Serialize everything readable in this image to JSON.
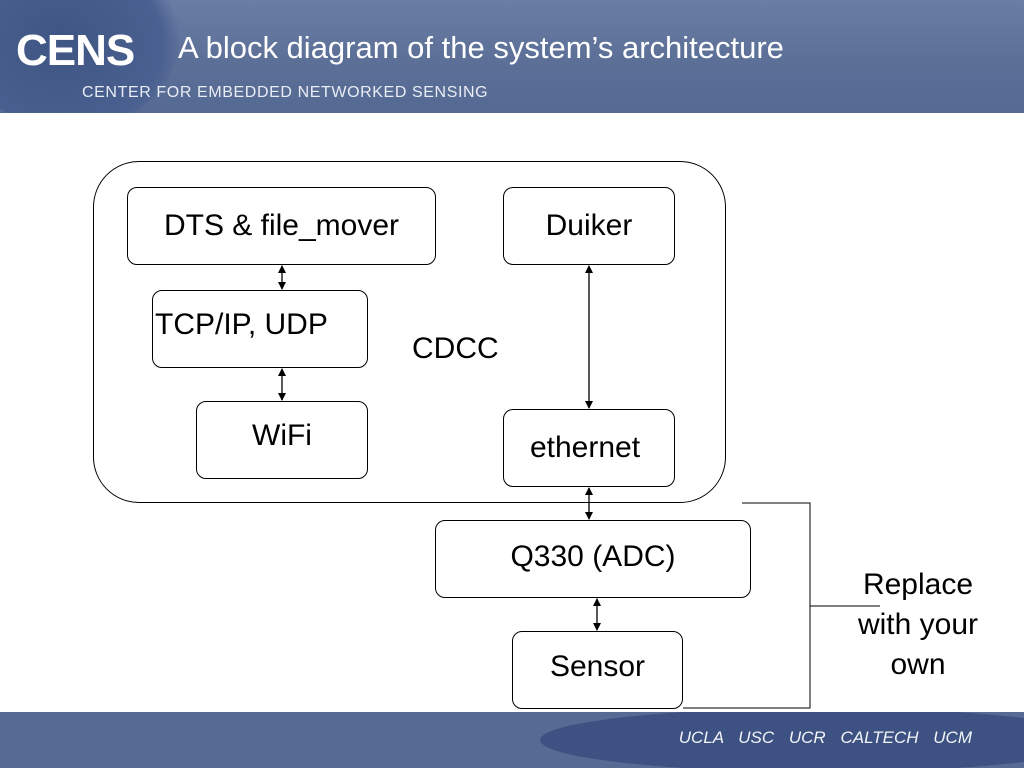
{
  "header": {
    "logo_text": "CENS",
    "title": "A block diagram of the system’s architecture",
    "org_name": "CENTER FOR EMBEDDED NETWORKED SENSING"
  },
  "diagram": {
    "container_label": "CDCC",
    "nodes": {
      "dts": "DTS & file_mover",
      "tcp": "TCP/IP, UDP",
      "wifi": "WiFi",
      "duiker": "Duiker",
      "ethernet": "ethernet",
      "q330": "Q330 (ADC)",
      "sensor": "Sensor"
    },
    "edges": [
      {
        "from": "dts",
        "to": "tcp",
        "bidirectional": true
      },
      {
        "from": "tcp",
        "to": "wifi",
        "bidirectional": true
      },
      {
        "from": "duiker",
        "to": "ethernet",
        "bidirectional": true
      },
      {
        "from": "ethernet",
        "to": "q330",
        "bidirectional": true
      },
      {
        "from": "q330",
        "to": "sensor",
        "bidirectional": true
      }
    ],
    "bracket_note": "Replace with your own",
    "bracket_note_lines": [
      "Replace",
      "with your",
      "own"
    ]
  },
  "footer": {
    "universities": [
      "UCLA",
      "USC",
      "UCR",
      "CALTECH",
      "UCM"
    ],
    "universities_text": "UCLA USC UCR CALTECH UCM"
  },
  "colors": {
    "header_bg": "#5b6f97",
    "footer_bg": "#566b93",
    "footer_oval": "#3d5282",
    "text_on_band": "#ffffff"
  }
}
